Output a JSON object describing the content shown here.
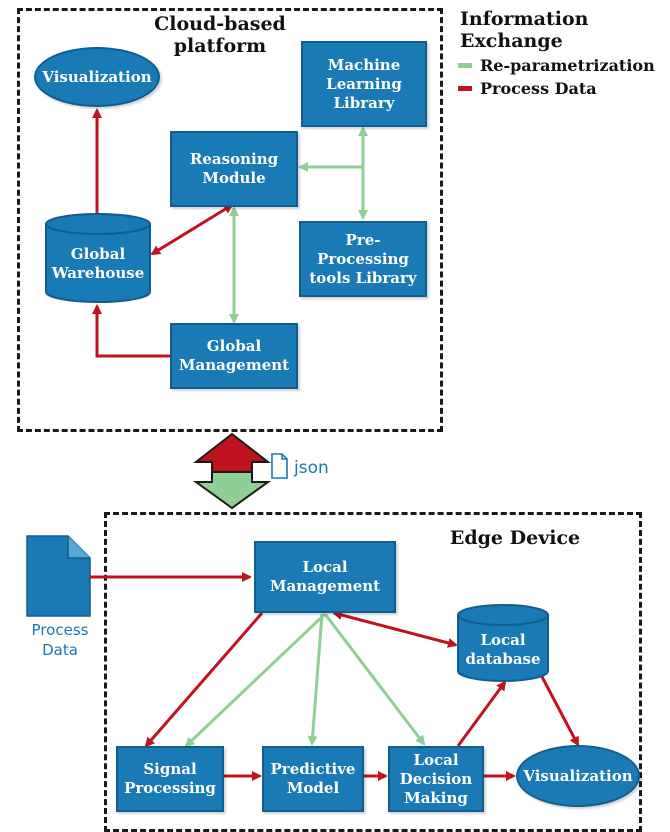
{
  "cloud": {
    "title": "Cloud-based\nplatform",
    "visualization": "Visualization",
    "global_warehouse": "Global\nWarehouse",
    "reasoning_module": "Reasoning\nModule",
    "ml_library": "Machine\nLearning\nLibrary",
    "preprocessing_library": "Pre-\nProcessing\ntools Library",
    "global_management": "Global\nManagement"
  },
  "legend": {
    "title": "Information\nExchange",
    "items": [
      {
        "label": "Re-parametrization",
        "color": "#8fcf96"
      },
      {
        "label": "Process Data",
        "color": "#c1121f"
      }
    ]
  },
  "exchange": {
    "format_label": "json"
  },
  "edge": {
    "title": "Edge Device",
    "process_data": "Process\nData",
    "local_management": "Local\nManagement",
    "local_database": "Local\ndatabase",
    "signal_processing": "Signal\nProcessing",
    "predictive_model": "Predictive\nModel",
    "local_decision_making": "Local\nDecision\nMaking",
    "visualization": "Visualization"
  },
  "colors": {
    "box_fill": "#1a7ab5",
    "process_arrow": "#c1121f",
    "reparam_arrow": "#8fcf96"
  }
}
